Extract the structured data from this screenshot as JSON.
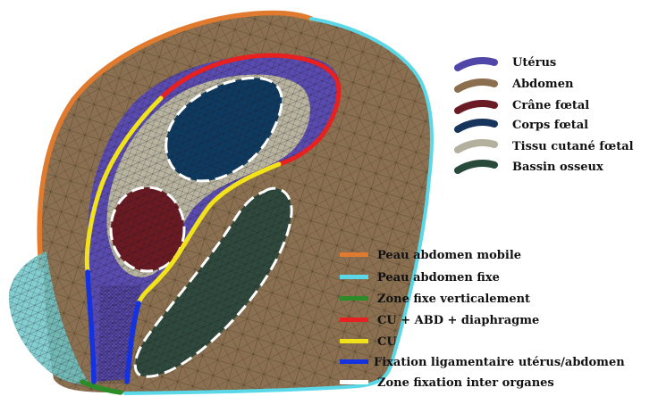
{
  "colors": {
    "background": "#ffffff",
    "abdomen_fill": "#8a7050",
    "mesh": "#2b2014",
    "uterus": "#5a4bb0",
    "skin_fetal": "#b8b4a0",
    "crane": "#6b1a22",
    "corps": "#0f3a60",
    "bassin": "#2f4a3c"
  },
  "legend_materials": [
    {
      "label": "Utérus",
      "swatch": "purple-swatch",
      "color": "#5046a8"
    },
    {
      "label": "Abdomen",
      "swatch": "brown-swatch",
      "color": "#8a6e4e"
    },
    {
      "label": "Crâne fœtal",
      "swatch": "dark-red-swatch",
      "color": "#6b1b24"
    },
    {
      "label": "Corps fœtal",
      "swatch": "navy-swatch",
      "color": "#17345c"
    },
    {
      "label": "Tissu cutané fœtal",
      "swatch": "gray-swatch",
      "color": "#b4b09e"
    },
    {
      "label": "Bassin osseux",
      "swatch": "dark-green-swatch",
      "color": "#274a3a"
    }
  ],
  "legend_boundaries": [
    {
      "label": "Peau abdomen mobile",
      "color": "#e07a2e"
    },
    {
      "label": "Peau abdomen fixe",
      "color": "#5ad8e8"
    },
    {
      "label": "Zone fixe verticalement",
      "color": "#2c8c28"
    },
    {
      "label": "CU + ABD + diaphragme",
      "color": "#e82020"
    },
    {
      "label": "CU",
      "color": "#f2e21a"
    },
    {
      "label": "Fixation ligamentaire utérus/abdomen",
      "color": "#1432e0"
    },
    {
      "label": "Zone fixation inter organes",
      "color": "#ffffff"
    }
  ]
}
